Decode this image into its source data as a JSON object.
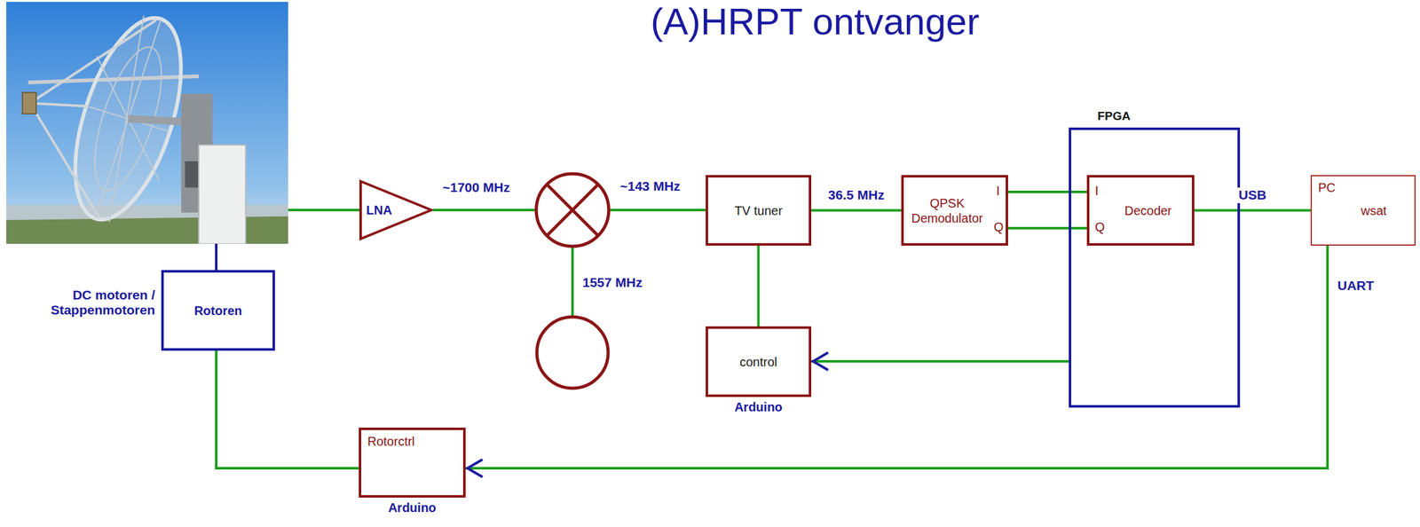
{
  "diagram": {
    "title": "(A)HRPT ontvanger",
    "nodes": [
      {
        "text": [
          "LNA"
        ]
      },
      {
        "text": [
          "Rotoren"
        ]
      },
      {
        "text": [
          "TV tuner"
        ]
      },
      {
        "text": [
          "QPSK Demodulator"
        ]
      },
      {
        "text": [
          "FPGA"
        ]
      },
      {
        "text": [
          "Decoder"
        ],
        "in": 4
      },
      {
        "text": [
          "PC",
          "wsat"
        ]
      },
      {
        "text": [
          "control",
          "Arduino"
        ]
      },
      {
        "text": [
          "Rotorctrl",
          "Arduino"
        ]
      }
    ],
    "edges": [
      {
        "from": 2,
        "to": 3,
        "label": "36.5 MHz",
        "arrow": "none"
      },
      {
        "from": 2,
        "to": 7,
        "arrow": "none"
      },
      {
        "from": 3,
        "to": 5,
        "arrow": "none"
      },
      {
        "from": 3,
        "to": 5,
        "arrow": "none"
      },
      {
        "from": 5,
        "to": 6,
        "label": "USB",
        "arrow": "none"
      },
      {
        "from": 4,
        "to": 7,
        "arrow": "to"
      },
      {
        "from": 6,
        "to": 8,
        "label": "UART",
        "arrow": "to"
      },
      {
        "from": 8,
        "to": 1,
        "arrow": "none"
      }
    ],
    "labels": [
      "~1700 MHz",
      "~143 MHz",
      "1557 MHz",
      "DC motoren / Stappenmotoren",
      "I",
      "Q",
      "I",
      "Q"
    ]
  }
}
